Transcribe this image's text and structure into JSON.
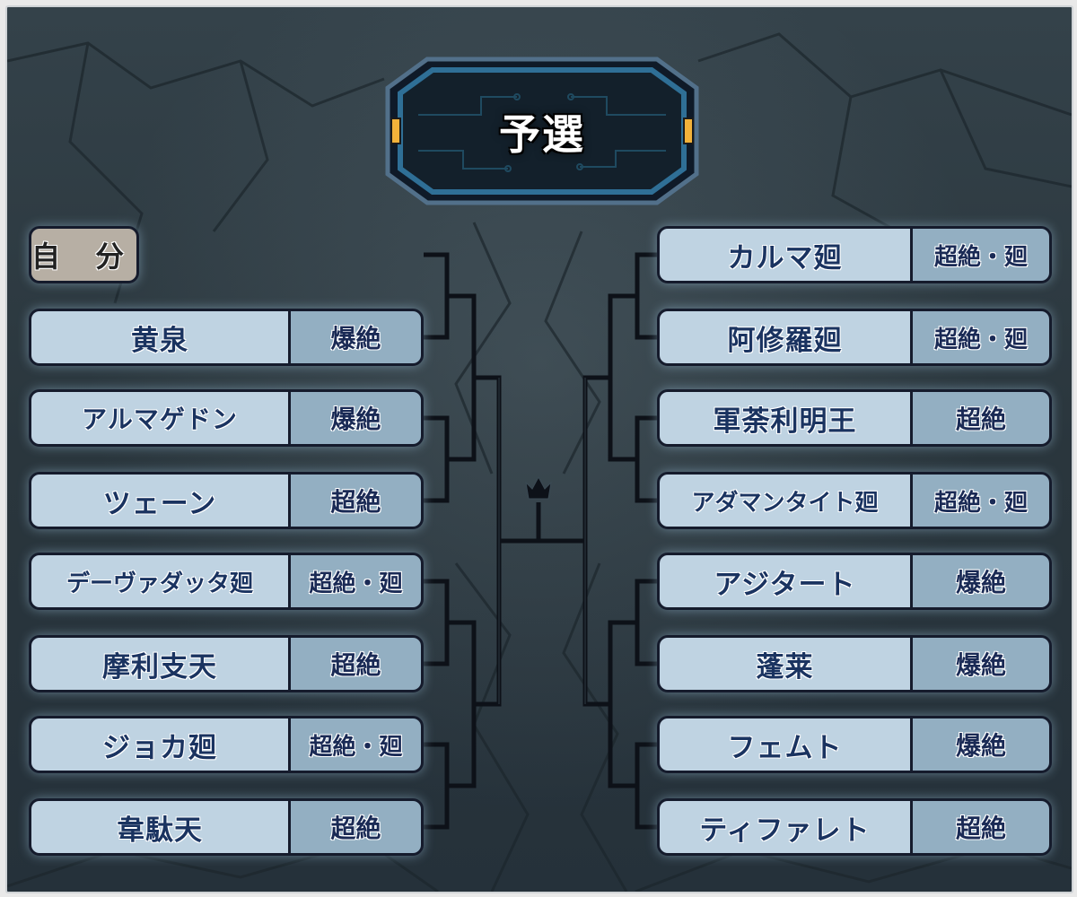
{
  "title": "予選",
  "left_entries": [
    {
      "name": "自 分",
      "tag": ""
    },
    {
      "name": "黄泉",
      "tag": "爆絶"
    },
    {
      "name": "アルマゲドン",
      "tag": "爆絶"
    },
    {
      "name": "ツェーン",
      "tag": "超絶"
    },
    {
      "name": "デーヴァダッタ廻",
      "tag": "超絶・廻"
    },
    {
      "name": "摩利支天",
      "tag": "超絶"
    },
    {
      "name": "ジョカ廻",
      "tag": "超絶・廻"
    },
    {
      "name": "韋駄天",
      "tag": "超絶"
    }
  ],
  "right_entries": [
    {
      "name": "カルマ廻",
      "tag": "超絶・廻"
    },
    {
      "name": "阿修羅廻",
      "tag": "超絶・廻"
    },
    {
      "name": "軍荼利明王",
      "tag": "超絶"
    },
    {
      "name": "アダマンタイト廻",
      "tag": "超絶・廻"
    },
    {
      "name": "アジタート",
      "tag": "爆絶"
    },
    {
      "name": "蓬莱",
      "tag": "爆絶"
    },
    {
      "name": "フェムト",
      "tag": "爆絶"
    },
    {
      "name": "ティファレト",
      "tag": "超絶"
    }
  ],
  "icons": {
    "champion": "crown-icon"
  },
  "colors": {
    "name_bg": "#bfd3e2",
    "tag_bg": "#93afc2",
    "self_bg": "#b7afa4",
    "text": "#1a3360",
    "background": "#2a363d"
  }
}
